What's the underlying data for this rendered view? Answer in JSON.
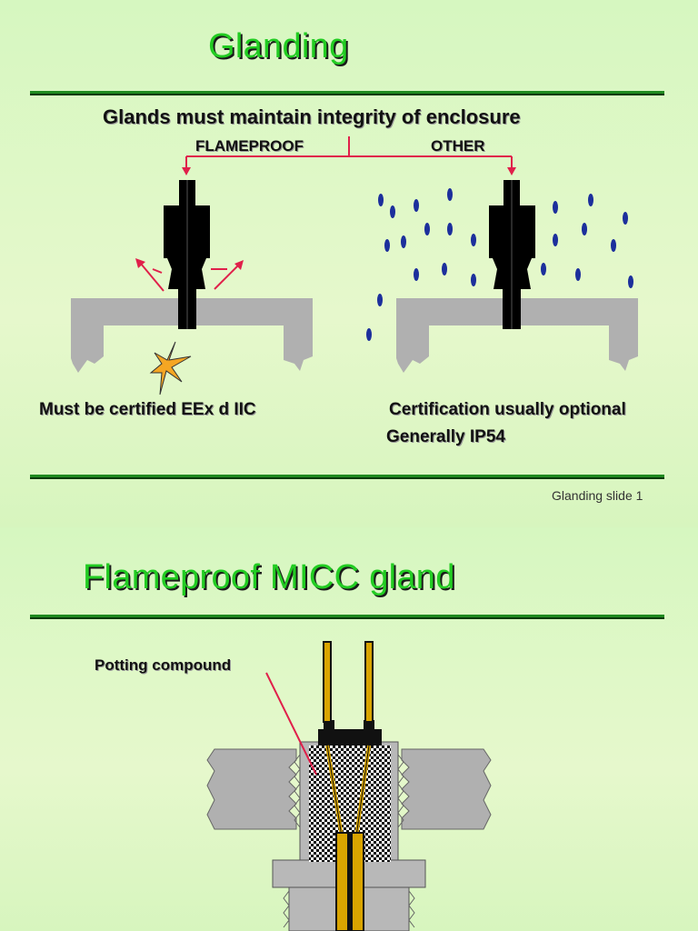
{
  "slide1": {
    "title": "Glanding",
    "subtitle": "Glands must maintain integrity of enclosure",
    "left_label": "FLAMEPROOF",
    "right_label": "OTHER",
    "left_caption": "Must be certified EEx d IIC",
    "right_caption_1": "Certification usually optional",
    "right_caption_2": "Generally IP54",
    "footer": "Glanding slide 1"
  },
  "slide2": {
    "title": "Flameproof MICC gland",
    "callout": "Potting compound"
  },
  "colors": {
    "title_green": "#22cc22",
    "rule_green": "#1f8a1f",
    "arrow_red": "#e0204a",
    "enclosure_gray": "#b0b0b0",
    "gland_black": "#000000",
    "droplet_blue": "#1c2f9c",
    "spark_orange": "#f5a623",
    "conductor_gold": "#d9a400"
  }
}
